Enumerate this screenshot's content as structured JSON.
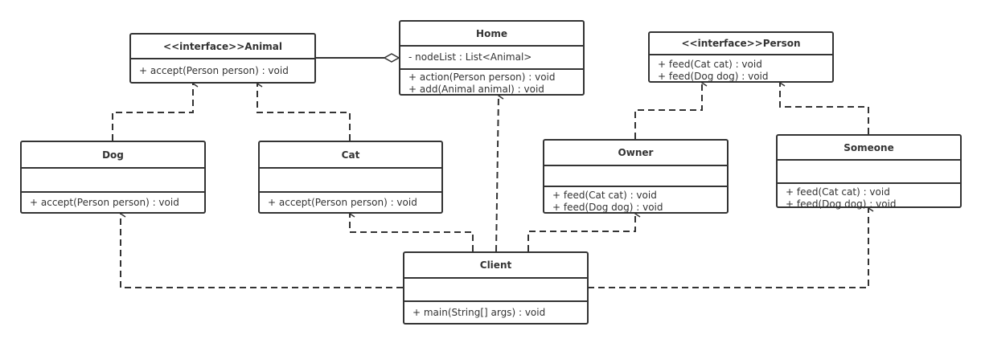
{
  "classes": {
    "animal": {
      "name": "<<interface>>Animal",
      "methods": [
        "+ accept(Person person) : void"
      ]
    },
    "home": {
      "name": "Home",
      "attributes": [
        "- nodeList : List<Animal>"
      ],
      "methods": [
        "+ action(Person person) : void",
        "+ add(Animal animal) : void"
      ]
    },
    "person": {
      "name": "<<interface>>Person",
      "methods": [
        "+ feed(Cat cat) : void",
        "+ feed(Dog dog) : void"
      ]
    },
    "dog": {
      "name": "Dog",
      "methods": [
        "+ accept(Person person) : void"
      ]
    },
    "cat": {
      "name": "Cat",
      "methods": [
        "+ accept(Person person) : void"
      ]
    },
    "owner": {
      "name": "Owner",
      "methods": [
        "+ feed(Cat cat) : void",
        "+ feed(Dog dog) : void"
      ]
    },
    "someone": {
      "name": "Someone",
      "methods": [
        "+ feed(Cat cat) : void",
        "+ feed(Dog dog) : void"
      ]
    },
    "client": {
      "name": "Client",
      "methods": [
        "+ main(String[] args) : void"
      ]
    }
  }
}
